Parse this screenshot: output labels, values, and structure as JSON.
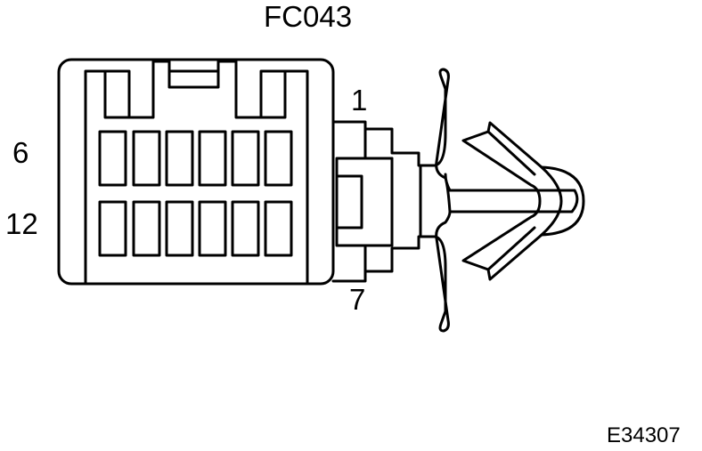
{
  "connector": {
    "id": "FC043",
    "pin_labels": {
      "top_right": "1",
      "left_upper": "6",
      "left_lower": "12",
      "bottom_right": "7"
    }
  },
  "figure_id": "E34307",
  "colors": {
    "line": "#000000",
    "background": "#ffffff"
  }
}
